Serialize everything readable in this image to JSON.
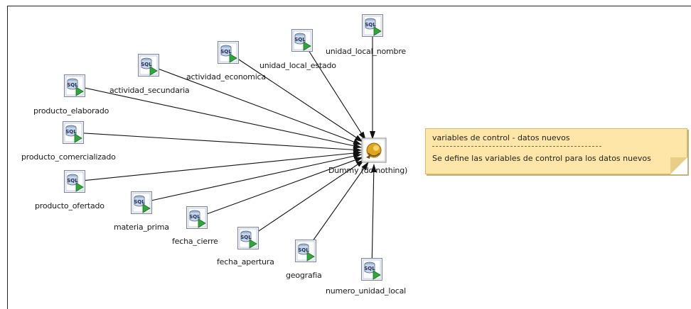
{
  "diagram": {
    "target": {
      "label": "Dummy (do nothing)",
      "icon": "dummy-step-icon"
    },
    "sources": [
      {
        "id": "unidad_local_nombre",
        "label": "unidad_local_nombre",
        "icon": "sql-table-input-icon"
      },
      {
        "id": "unidad_local_estado",
        "label": "unidad_local_estado",
        "icon": "sql-table-input-icon"
      },
      {
        "id": "actividad_economica",
        "label": "actividad_economica",
        "icon": "sql-table-input-icon"
      },
      {
        "id": "actividad_secundaria",
        "label": "actividad_secundaria",
        "icon": "sql-table-input-icon"
      },
      {
        "id": "producto_elaborado",
        "label": "producto_elaborado",
        "icon": "sql-table-input-icon"
      },
      {
        "id": "producto_comercializado",
        "label": "producto_comercializado",
        "icon": "sql-table-input-icon"
      },
      {
        "id": "producto_ofertado",
        "label": "producto_ofertado",
        "icon": "sql-table-input-icon"
      },
      {
        "id": "materia_prima",
        "label": "materia_prima",
        "icon": "sql-table-input-icon"
      },
      {
        "id": "fecha_cierre",
        "label": "fecha_cierre",
        "icon": "sql-table-input-icon"
      },
      {
        "id": "fecha_apertura",
        "label": "fecha_apertura",
        "icon": "sql-table-input-icon"
      },
      {
        "id": "geografia",
        "label": "geografia",
        "icon": "sql-table-input-icon"
      },
      {
        "id": "numero_unidad_local",
        "label": "numero_unidad_local",
        "icon": "sql-table-input-icon"
      }
    ],
    "note": {
      "title": "variables de control - datos nuevos",
      "body": "Se define las variables de control para los datos nuevos"
    },
    "icon_label": "SQL"
  }
}
